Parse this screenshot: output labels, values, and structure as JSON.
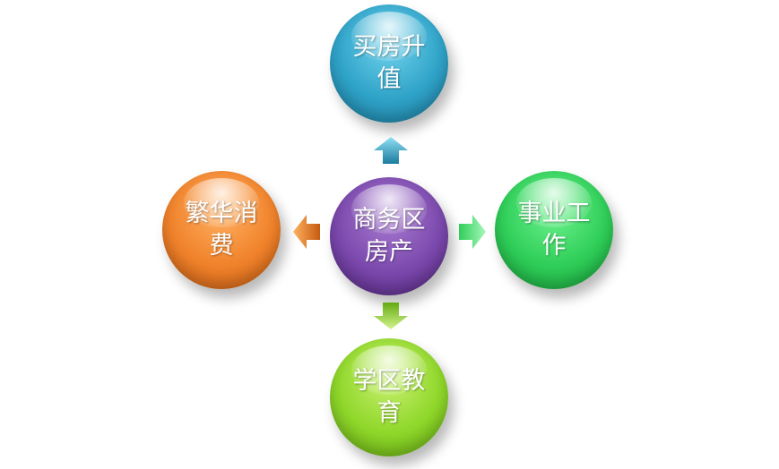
{
  "center": {
    "label": "商务区房产",
    "color": "#7b49ad"
  },
  "nodes": {
    "top": {
      "label": "买房升值",
      "color": "#2fa3c8"
    },
    "right": {
      "label": "事业工作",
      "color": "#2fce58"
    },
    "bottom": {
      "label": "学区教育",
      "color": "#8fd72a"
    },
    "left": {
      "label": "繁华消费",
      "color": "#f0822b"
    }
  },
  "arrows": {
    "up_color": "#2fa3c8",
    "right_color": "#2fce58",
    "down_color": "#8fd72a",
    "left_color": "#f0822b"
  }
}
